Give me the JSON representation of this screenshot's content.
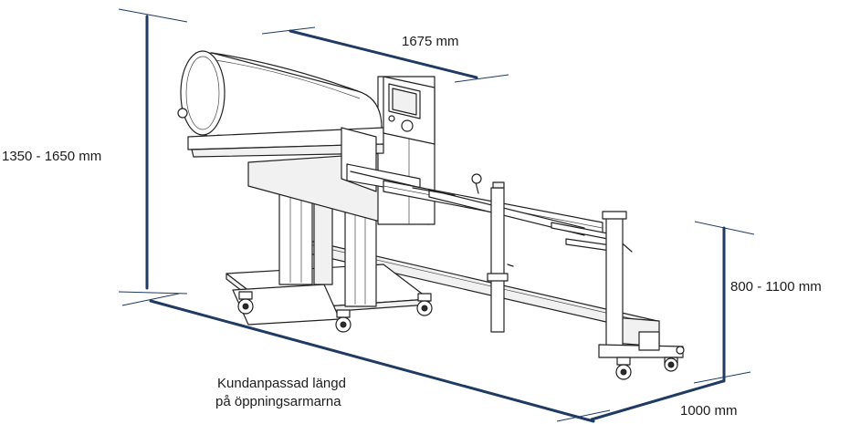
{
  "dimensions": {
    "length": "1675 mm",
    "height": "1350 - 1650 mm",
    "table_height": "800 - 1100 mm",
    "width": "1000 mm"
  },
  "caption": {
    "line1": "Kundanpassad längd",
    "line2": "på öppningsarmarna"
  }
}
